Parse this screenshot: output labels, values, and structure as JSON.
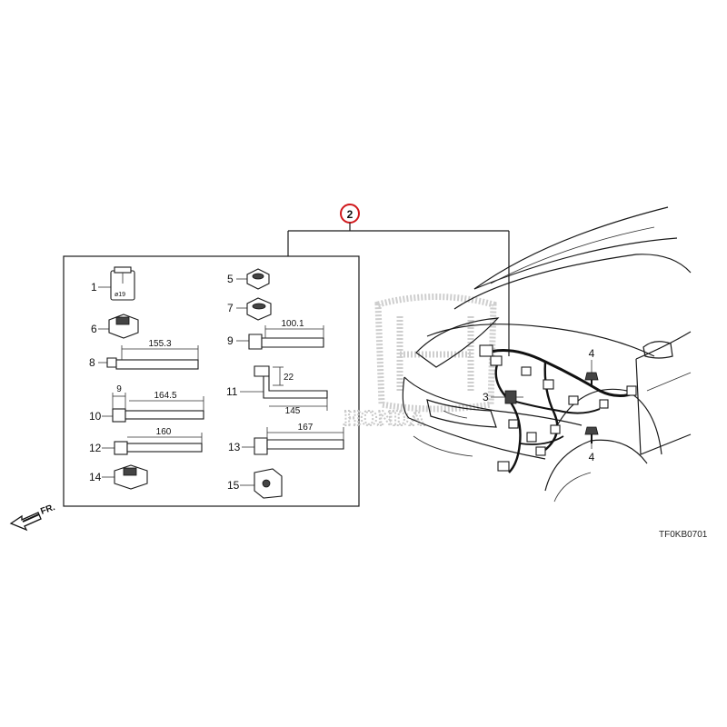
{
  "callout": {
    "number": "2",
    "ring_color": "#d0181c"
  },
  "parts": {
    "p1": "1",
    "p5": "5",
    "p6": "6",
    "p7": "7",
    "p8": "8",
    "p9": "9",
    "p10": "10",
    "p11": "11",
    "p12": "12",
    "p13": "13",
    "p14": "14",
    "p15": "15",
    "p3": "3",
    "p4_top": "4",
    "p4_bottom": "4"
  },
  "part1_marking": "ø19",
  "dimensions": {
    "d8": "155.3",
    "d9": "100.1",
    "d10_a": "9",
    "d10_b": "164.5",
    "d11_a": "22",
    "d11_b": "145",
    "d12": "160",
    "d13": "167"
  },
  "direction": "FR.",
  "reference_code": "TF0KB0701",
  "watermark_text": "HONDA"
}
